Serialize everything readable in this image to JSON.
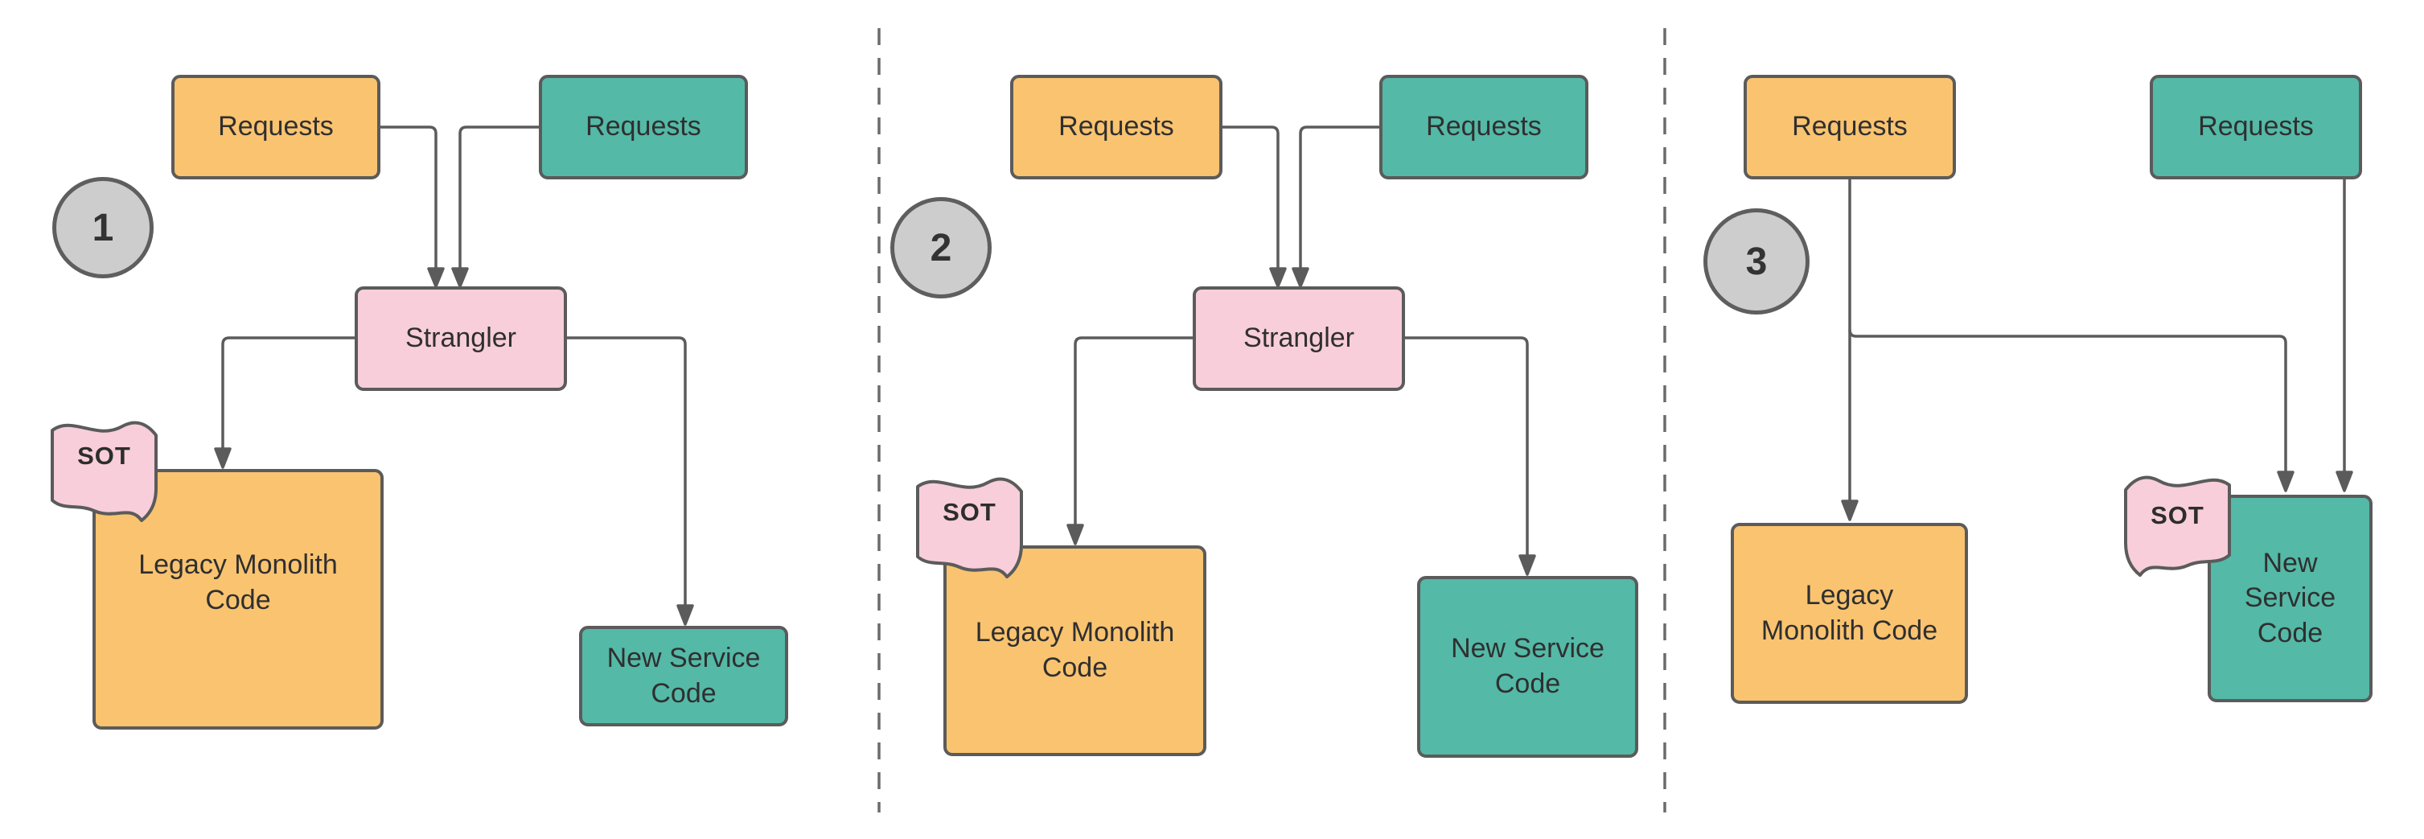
{
  "diagram": {
    "name": "strangler-pattern-migration-steps",
    "colors": {
      "legacy_orange": "#f9c370",
      "service_teal": "#54b9a7",
      "strangler_pink": "#f7ceda",
      "flag_pink": "#f7ceda",
      "step_circle_fill": "#cdcdcd",
      "line_gray": "#5b5b5b",
      "text": "#2f2f2f"
    },
    "panels": [
      {
        "step": "1",
        "requests_legacy": "Requests",
        "requests_new": "Requests",
        "strangler": "Strangler",
        "legacy_label": "Legacy Monolith\nCode",
        "new_service_label": "New Service\nCode",
        "sot_label": "SOT"
      },
      {
        "step": "2",
        "requests_legacy": "Requests",
        "requests_new": "Requests",
        "strangler": "Strangler",
        "legacy_label": "Legacy Monolith\nCode",
        "new_service_label": "New Service\nCode",
        "sot_label": "SOT"
      },
      {
        "step": "3",
        "requests_legacy": "Requests",
        "requests_new": "Requests",
        "legacy_label": "Legacy\nMonolith Code",
        "new_service_label": "New\nService\nCode",
        "sot_label": "SOT"
      }
    ]
  }
}
